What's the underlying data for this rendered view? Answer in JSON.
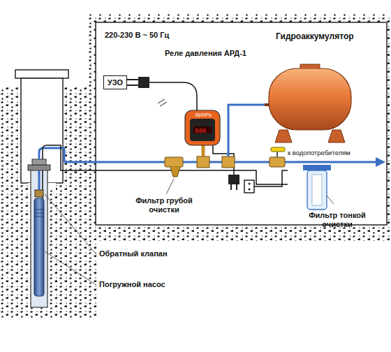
{
  "diagram": {
    "nodes": [
      {
        "text": [
          "УЗО"
        ]
      }
    ],
    "labels": [
      "220-230 В ~ 50 Гц",
      "Реле давления АРД-1",
      "ВИХРЬ",
      "Гидроаккумулятор",
      "к водопотребителям",
      "Фильтр грубой очистки",
      "Фильтр тонкой очистки",
      "Обратный клапан",
      "Погружной насос"
    ]
  }
}
